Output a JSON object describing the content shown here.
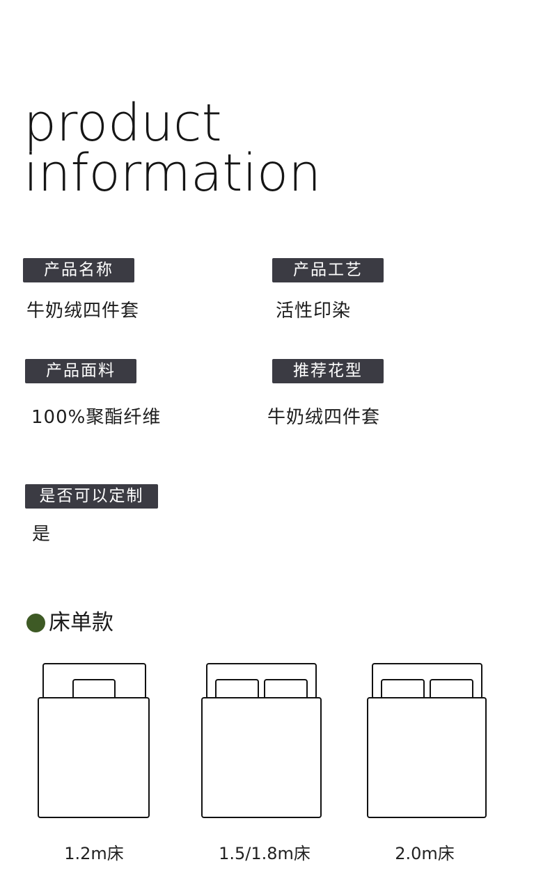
{
  "title": {
    "line1": "product",
    "line2": "information"
  },
  "fields": [
    {
      "label": "产品名称",
      "value": "牛奶绒四件套"
    },
    {
      "label": "产品工艺",
      "value": "活性印染"
    },
    {
      "label": "产品面料",
      "value": "100%聚酯纤维"
    },
    {
      "label": "推荐花型",
      "value": "牛奶绒四件套"
    },
    {
      "label": "是否可以定制",
      "value": "是"
    }
  ],
  "section": {
    "title": "床单款",
    "bullet_color": "#3e5a25"
  },
  "beds": [
    {
      "label": "1.2m床",
      "pillows": 1
    },
    {
      "label": "1.5/1.8m床",
      "pillows": 2
    },
    {
      "label": "2.0m床",
      "pillows": 2
    }
  ]
}
